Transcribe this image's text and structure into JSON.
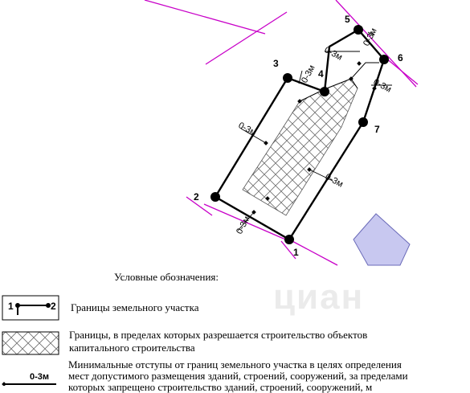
{
  "points": [
    {
      "id": "p1",
      "label": "1"
    },
    {
      "id": "p2",
      "label": "2"
    },
    {
      "id": "p3",
      "label": "3"
    },
    {
      "id": "p4",
      "label": "4"
    },
    {
      "id": "p5",
      "label": "5"
    },
    {
      "id": "p6",
      "label": "6"
    },
    {
      "id": "p7",
      "label": "7"
    }
  ],
  "offset_label": "0-3м",
  "legend": {
    "title": "Условные обозначения:",
    "items": [
      {
        "symbol_start": "1",
        "symbol_end": "2",
        "text": "Границы земельного участка"
      },
      {
        "text_line1": "Границы, в пределах которых разрешается строительство  объектов",
        "text_line2": "капитального строительства"
      },
      {
        "symbol_label": "0-3м",
        "text_line1": "Минимальные отступы от границ земельного участка в целях определения",
        "text_line2": "мест допустимого размещения зданий, строений, сооружений, за пределами",
        "text_line3": "которых запрещено строительство зданий, строений, сооружений, м"
      }
    ]
  },
  "watermark": "циан",
  "colors": {
    "boundary": "#000000",
    "neighbor_lines": "#c800c8",
    "building_fill": "#c8c8f0",
    "building_stroke": "#6a6ab8",
    "hatch": "#6e6e6e"
  }
}
